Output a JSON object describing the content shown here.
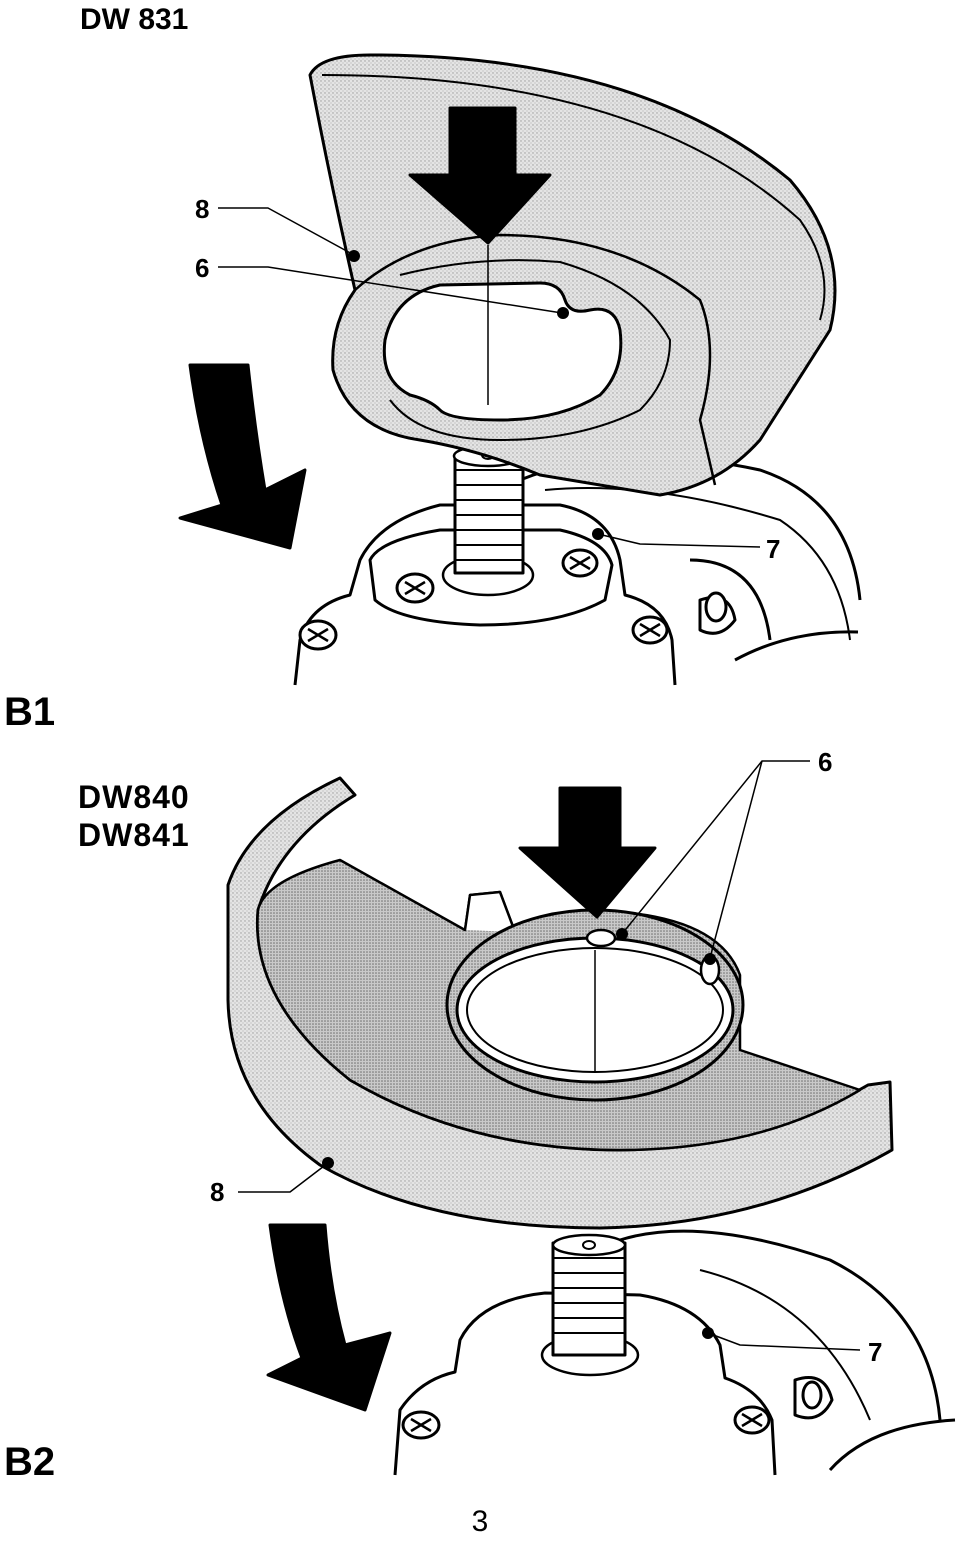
{
  "page_number": "3",
  "figures": [
    {
      "label": "B1",
      "model": "DW 831",
      "callouts": {
        "guard": "8",
        "lug": "6",
        "collar": "7"
      }
    },
    {
      "label": "B2",
      "model": "DW840\nDW841",
      "callouts": {
        "lug": "6",
        "guard": "8",
        "collar": "7"
      }
    }
  ],
  "colors": {
    "ink": "#000000",
    "shade": "#d9d9d9",
    "paper": "#ffffff"
  }
}
